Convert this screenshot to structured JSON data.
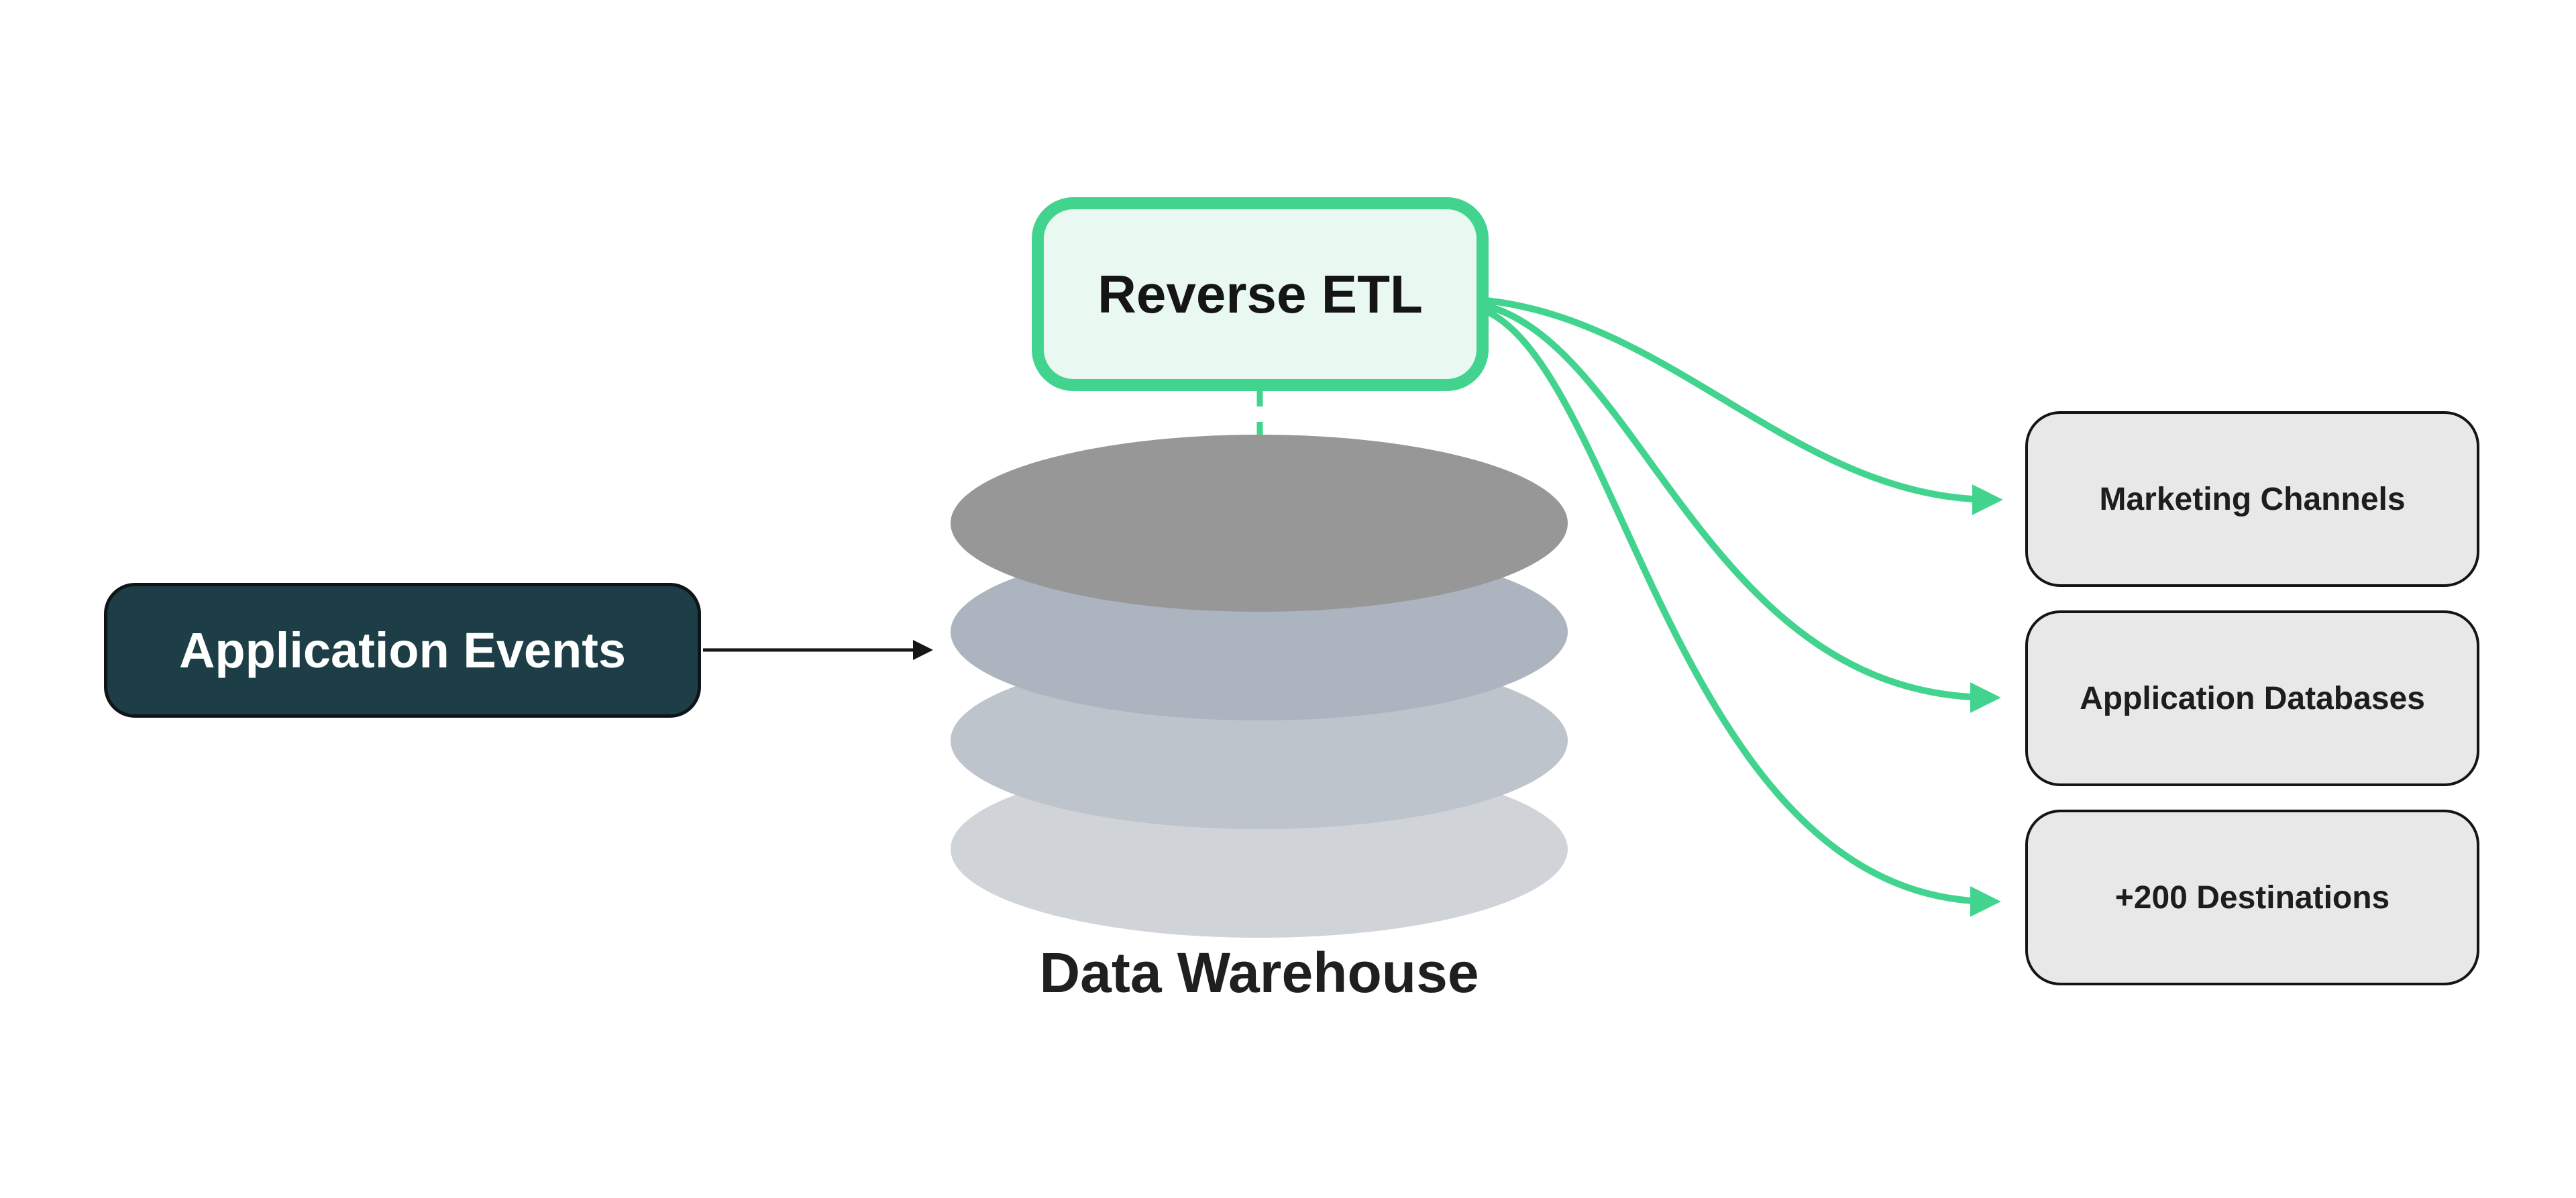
{
  "colors": {
    "background": "#ffffff",
    "green": "#42d48f",
    "mint": "#e9f8f1",
    "teal": "#1d3e46",
    "ink": "#161616",
    "box-gray": "#e8e8e8",
    "box-border": "#141414",
    "layer1": "#979797",
    "layer2": "#acb4c0",
    "layer3": "#bec4cb",
    "layer4": "#d0d4d9"
  },
  "nodes": {
    "source": {
      "label": "Application Events"
    },
    "etl": {
      "label": "Reverse ETL"
    },
    "warehouse": {
      "label": "Data Warehouse"
    },
    "destinations": [
      {
        "label": "Marketing Channels"
      },
      {
        "label": "Application Databases"
      },
      {
        "label": "+200 Destinations"
      }
    ]
  }
}
